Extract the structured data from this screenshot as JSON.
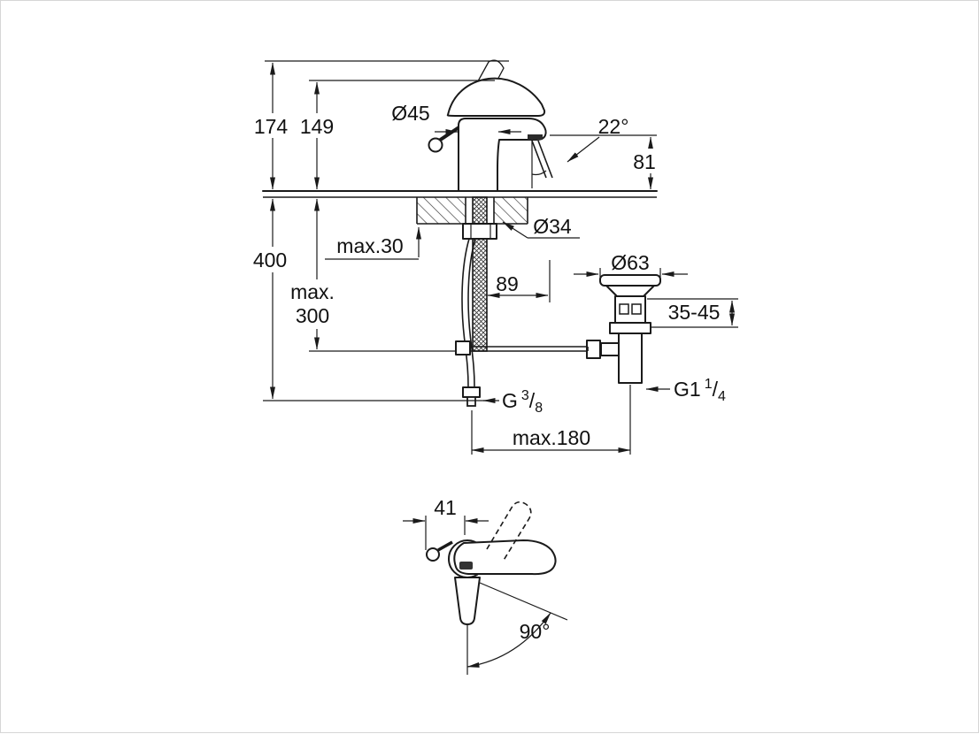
{
  "page": {
    "background_color": "#ffffff",
    "line_color": "#1a1a1a"
  },
  "side_view": {
    "total_height": "174",
    "body_height": "149",
    "body_diameter": "Ø45",
    "stream_angle": "22°",
    "spout_height": "81",
    "supply_length": "400",
    "max_deck_thickness": "max.30",
    "hole_diameter": "Ø34",
    "pull_rod_max_line1": "max.",
    "pull_rod_max_line2": "300",
    "spout_reach": "89",
    "waste_flange_diameter": "Ø63",
    "waste_clamping_range": "35-45",
    "waste_thread": {
      "main": "G1",
      "sup": "1",
      "slash": "/",
      "sub": "4"
    },
    "supply_thread": {
      "main": "G",
      "sup": "3",
      "slash": "/",
      "sub": "8"
    },
    "max_center_distance": "max.180"
  },
  "front_view": {
    "handle_offset": "41",
    "swivel_angle": "90°"
  }
}
